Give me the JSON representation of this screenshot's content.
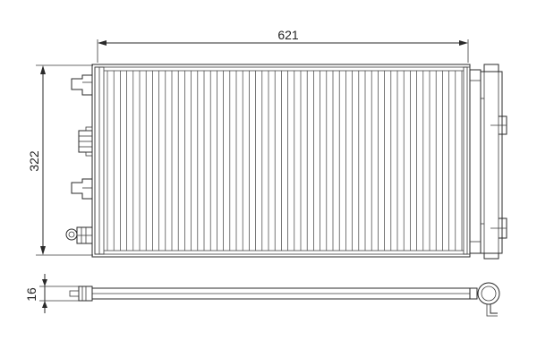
{
  "dimensions": {
    "width_label": "621",
    "height_label": "322",
    "thickness_label": "16"
  },
  "colors": {
    "line": "#2a2a2a",
    "background": "#ffffff"
  }
}
